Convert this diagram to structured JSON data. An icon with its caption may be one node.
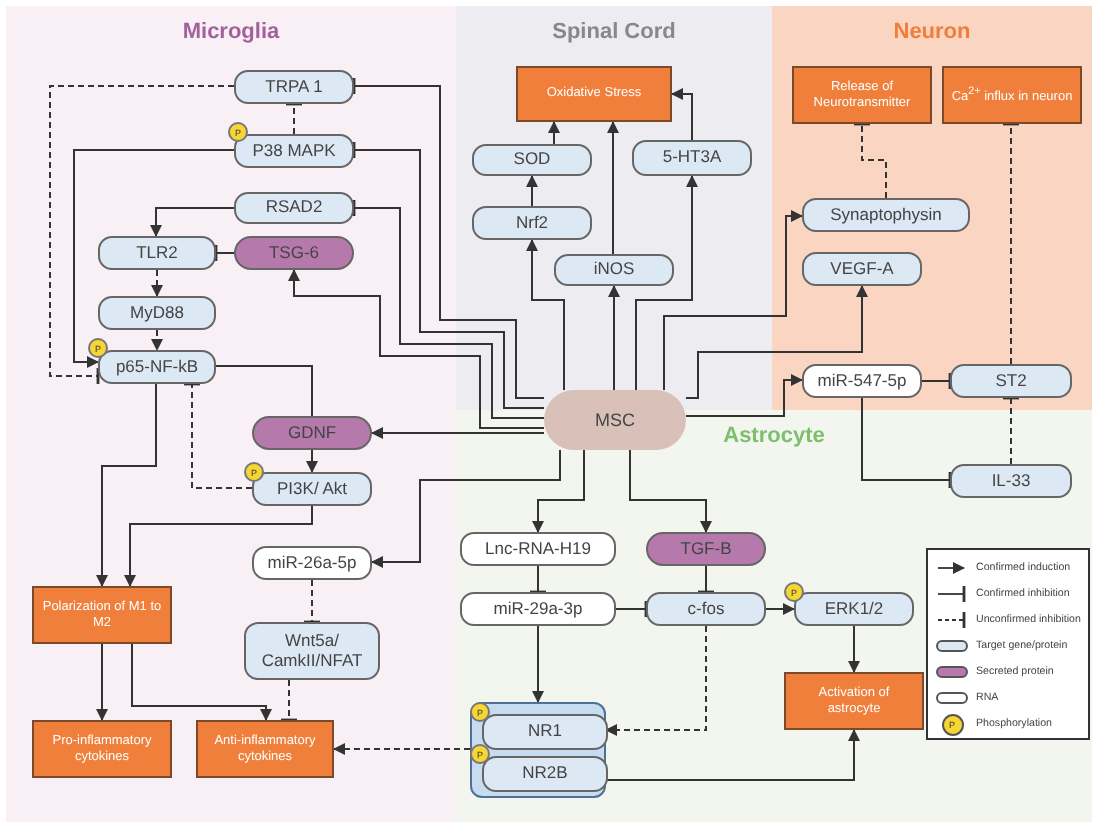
{
  "diagram": {
    "nodes": [
      {
        "text": [
          "Microglia"
        ]
      },
      {
        "text": [
          "Spinal Cord"
        ]
      },
      {
        "text": [
          "Neuron"
        ]
      },
      {
        "text": [
          "Astrocyte"
        ]
      },
      {
        "text": [
          "TRPA 1"
        ],
        "in": 0
      },
      {
        "text": [
          "P38 MAPK"
        ],
        "in": 0
      },
      {
        "text": [
          "RSAD2"
        ],
        "in": 0
      },
      {
        "text": [
          "TLR2"
        ],
        "in": 0
      },
      {
        "text": [
          "TSG-6"
        ],
        "in": 0
      },
      {
        "text": [
          "MyD88"
        ],
        "in": 0
      },
      {
        "text": [
          "p65-NF-kB"
        ],
        "in": 0
      },
      {
        "text": [
          "GDNF"
        ],
        "in": 0
      },
      {
        "text": [
          "PI3K/ Akt"
        ],
        "in": 0
      },
      {
        "text": [
          "miR-26a-5p"
        ],
        "in": 0
      },
      {
        "text": [
          "Wnt5a/ CamkII/NFAT"
        ],
        "in": 0
      },
      {
        "text": [
          "Polarization of M1 to M2"
        ],
        "in": 0
      },
      {
        "text": [
          "Pro-inflammatory cytokines"
        ],
        "in": 0
      },
      {
        "text": [
          "Anti-inflammatory cytokines"
        ],
        "in": 0
      },
      {
        "text": [
          "Oxidative Stress"
        ],
        "in": 1
      },
      {
        "text": [
          "SOD"
        ],
        "in": 1
      },
      {
        "text": [
          "5-HT3A"
        ],
        "in": 1
      },
      {
        "text": [
          "Nrf2"
        ],
        "in": 1
      },
      {
        "text": [
          "iNOS"
        ],
        "in": 1
      },
      {
        "text": [
          "Release of Neurotransmitter"
        ],
        "in": 2
      },
      {
        "text": [
          "Ca$^{2+}$ influx in neuron"
        ],
        "in": 2
      },
      {
        "text": [
          "Synaptophysin"
        ],
        "in": 2
      },
      {
        "text": [
          "VEGF-A"
        ],
        "in": 2
      },
      {
        "text": [
          "miR-547-5p"
        ],
        "in": 2
      },
      {
        "text": [
          "ST2"
        ],
        "in": 2
      },
      {
        "text": [
          "MSC"
        ]
      },
      {
        "text": [
          "IL-33"
        ],
        "in": 3
      },
      {
        "text": [
          "Lnc-RNA-H19"
        ],
        "in": 3
      },
      {
        "text": [
          "TGF-B"
        ],
        "in": 3
      },
      {
        "text": [
          "miR-29a-3p"
        ],
        "in": 3
      },
      {
        "text": [
          "c-fos"
        ],
        "in": 3
      },
      {
        "text": [
          "ERK1/2"
        ],
        "in": 3
      },
      {
        "text": [
          "Activation of astrocyte"
        ],
        "in": 3
      },
      {
        "text": [],
        "shape": "box",
        "in": 3
      },
      {
        "text": [
          "NR1"
        ],
        "in": 37
      },
      {
        "text": [
          "NR2B"
        ],
        "in": 37
      }
    ],
    "edges": [
      {
        "from": 29,
        "to": 4,
        "arrow": "other"
      },
      {
        "from": 29,
        "to": 5,
        "arrow": "other"
      },
      {
        "from": 29,
        "to": 6,
        "arrow": "other"
      },
      {
        "from": 29,
        "to": 8,
        "arrow": "to"
      },
      {
        "from": 29,
        "to": 21,
        "arrow": "to"
      },
      {
        "from": 29,
        "to": 22,
        "arrow": "to"
      },
      {
        "from": 29,
        "to": 20,
        "arrow": "to"
      },
      {
        "from": 21,
        "to": 19,
        "arrow": "to"
      },
      {
        "from": 19,
        "to": 18,
        "arrow": "to"
      },
      {
        "from": 22,
        "to": 18,
        "arrow": "to"
      },
      {
        "from": 20,
        "to": 18,
        "arrow": "to"
      },
      {
        "from": 29,
        "to": 25,
        "arrow": "to"
      },
      {
        "from": 29,
        "to": 26,
        "arrow": "to"
      },
      {
        "from": 29,
        "to": 27,
        "arrow": "to"
      },
      {
        "from": 27,
        "to": 28,
        "arrow": "other"
      },
      {
        "from": 28,
        "to": 24,
        "arrow": "other",
        "style": "dashed"
      },
      {
        "from": 30,
        "to": 28,
        "arrow": "other",
        "style": "dashed"
      },
      {
        "from": 27,
        "to": 30,
        "arrow": "other"
      },
      {
        "from": 25,
        "to": 23,
        "arrow": "other",
        "style": "dashed"
      },
      {
        "from": 29,
        "to": 11,
        "arrow": "to"
      },
      {
        "from": 29,
        "to": 13,
        "arrow": "to"
      },
      {
        "from": 29,
        "to": 31,
        "arrow": "to"
      },
      {
        "from": 29,
        "to": 32,
        "arrow": "to"
      },
      {
        "from": 31,
        "to": 33,
        "arrow": "other"
      },
      {
        "from": 32,
        "to": 34,
        "arrow": "other"
      },
      {
        "from": 33,
        "to": 34,
        "arrow": "other"
      },
      {
        "from": 34,
        "to": 35,
        "arrow": "to"
      },
      {
        "from": 35,
        "to": 36,
        "arrow": "to"
      },
      {
        "from": 34,
        "to": 38,
        "arrow": "to",
        "style": "dashed"
      },
      {
        "from": 33,
        "to": 37,
        "arrow": "to"
      },
      {
        "from": 37,
        "to": 36,
        "arrow": "to"
      },
      {
        "from": 37,
        "to": 17,
        "arrow": "to",
        "style": "dashed"
      },
      {
        "from": 5,
        "to": 4,
        "arrow": "other",
        "style": "dashed"
      },
      {
        "from": 4,
        "to": 10,
        "arrow": "other",
        "style": "dashed"
      },
      {
        "from": 5,
        "to": 10,
        "arrow": "to"
      },
      {
        "from": 6,
        "to": 7,
        "arrow": "to"
      },
      {
        "from": 8,
        "to": 7,
        "arrow": "other"
      },
      {
        "from": 7,
        "to": 9,
        "arrow": "to",
        "style": "dashed"
      },
      {
        "from": 9,
        "to": 10,
        "arrow": "to",
        "style": "dashed"
      },
      {
        "from": 10,
        "to": 11,
        "arrow": "none"
      },
      {
        "from": 11,
        "to": 12,
        "arrow": "to"
      },
      {
        "from": 12,
        "to": 10,
        "arrow": "other",
        "style": "dashed"
      },
      {
        "from": 10,
        "to": 15,
        "arrow": "to"
      },
      {
        "from": 12,
        "to": 15,
        "arrow": "to"
      },
      {
        "from": 15,
        "to": 16,
        "arrow": "to"
      },
      {
        "from": 15,
        "to": 17,
        "arrow": "to"
      },
      {
        "from": 13,
        "to": 14,
        "arrow": "other",
        "style": "dashed"
      },
      {
        "from": 14,
        "to": 17,
        "arrow": "other",
        "style": "dashed"
      }
    ],
    "labels": [
      "P",
      "P",
      "P",
      "P",
      "P",
      "P",
      "P"
    ],
    "legend": [
      {
        "text": "Confirmed induction"
      },
      {
        "text": "Confirmed inhibition"
      },
      {
        "text": "Unconfirmed inhibition"
      },
      {
        "text": "Target gene/protein",
        "color": "#dce9f5"
      },
      {
        "text": "Secreted protein",
        "color": "#b57aab"
      },
      {
        "text": "RNA",
        "color": "#ffffff"
      },
      {
        "text": "Phosphorylation",
        "color": "#f5d635"
      }
    ]
  }
}
